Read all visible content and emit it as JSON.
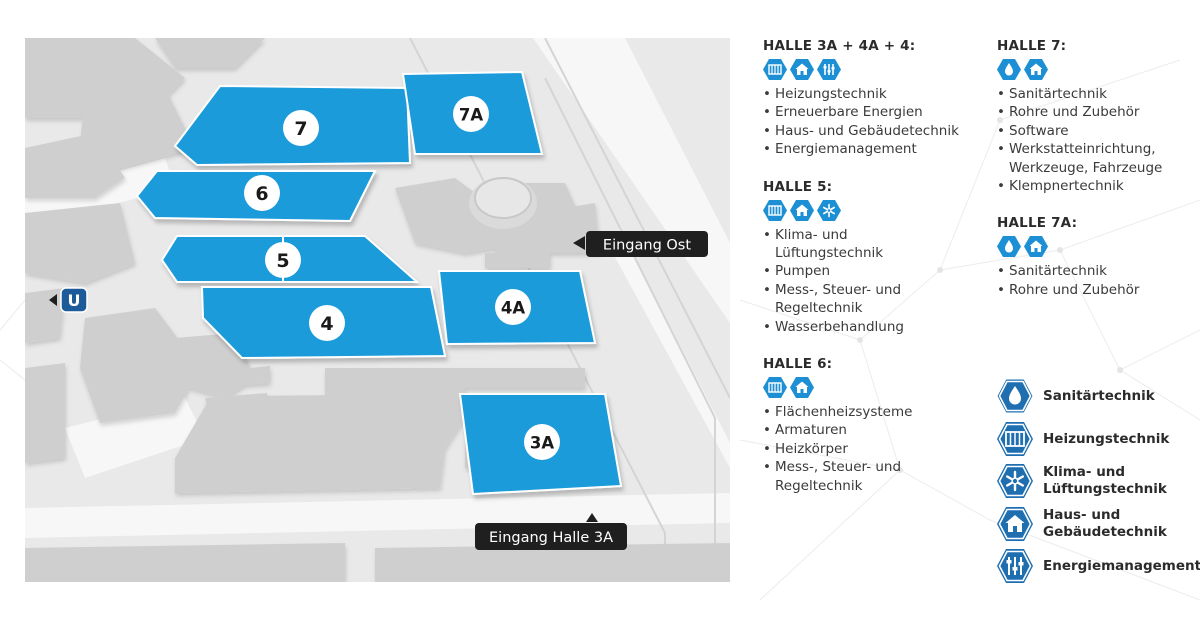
{
  "map": {
    "halls": [
      {
        "id": "7",
        "label": "7"
      },
      {
        "id": "7A",
        "label": "7A"
      },
      {
        "id": "6",
        "label": "6"
      },
      {
        "id": "5",
        "label": "5"
      },
      {
        "id": "4",
        "label": "4"
      },
      {
        "id": "4A",
        "label": "4A"
      },
      {
        "id": "3A",
        "label": "3A"
      }
    ],
    "entrances": {
      "east": "Eingang Ost",
      "hall3a": "Eingang Halle 3A"
    },
    "subway_label": "U"
  },
  "legend": {
    "sections": [
      {
        "title": "HALLE 3A + 4A + 4:",
        "icons": [
          "radiator-icon",
          "house-icon",
          "controls-icon"
        ],
        "items": [
          "Heizungstechnik",
          "Erneuerbare Energien",
          "Haus- und Gebäudetechnik",
          "Energiemanagement"
        ]
      },
      {
        "title": "HALLE 5:",
        "icons": [
          "radiator-icon",
          "house-icon",
          "fan-icon"
        ],
        "items": [
          "Klima- und Lüftungstechnik",
          "Pumpen",
          "Mess-, Steuer- und Regeltechnik",
          "Wasserbehandlung"
        ]
      },
      {
        "title": "HALLE 6:",
        "icons": [
          "radiator-icon",
          "house-icon"
        ],
        "items": [
          "Flächenheizsysteme",
          "Armaturen",
          "Heizkörper",
          "Mess-, Steuer- und Regeltechnik"
        ]
      },
      {
        "title": "HALLE 7:",
        "icons": [
          "drop-icon",
          "house-icon"
        ],
        "items": [
          "Sanitärtechnik",
          "Rohre und Zubehör",
          "Software",
          "Werkstatteinrichtung, Werkzeuge, Fahrzeuge",
          "Klempnertechnik"
        ]
      },
      {
        "title": "HALLE 7A:",
        "icons": [
          "drop-icon",
          "house-icon"
        ],
        "items": [
          "Sanitärtechnik",
          "Rohre und Zubehör"
        ]
      }
    ],
    "key": [
      {
        "icon": "drop-icon",
        "label": "Sanitärtechnik"
      },
      {
        "icon": "radiator-icon",
        "label": "Heizungstechnik"
      },
      {
        "icon": "fan-icon",
        "label": "Klima- und Lüftungstechnik"
      },
      {
        "icon": "house-icon",
        "label": "Haus- und Gebäudetechnik"
      },
      {
        "icon": "controls-icon",
        "label": "Energiemanagement"
      }
    ]
  },
  "colors": {
    "hall_blue": "#1a9bdb",
    "icon_blue": "#1d8fd4",
    "icon_dark": "#1f6fb0",
    "tag_bg": "#1f1f1f",
    "subway_blue": "#1c5a99",
    "building_gray": "#cfcfcf",
    "ground": "#e9e9e9"
  }
}
